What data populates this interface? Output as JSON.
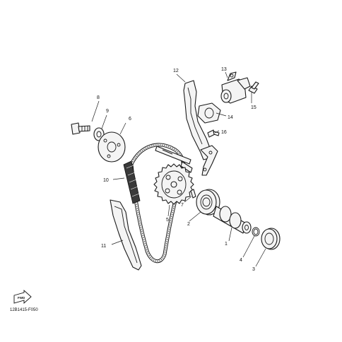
{
  "callouts": [
    {
      "id": "1",
      "label": "1"
    },
    {
      "id": "2",
      "label": "2"
    },
    {
      "id": "3",
      "label": "3"
    },
    {
      "id": "4",
      "label": "4"
    },
    {
      "id": "5",
      "label": "5"
    },
    {
      "id": "6",
      "label": "6"
    },
    {
      "id": "7",
      "label": "7"
    },
    {
      "id": "8",
      "label": "8"
    },
    {
      "id": "9",
      "label": "9"
    },
    {
      "id": "10",
      "label": "10"
    },
    {
      "id": "11",
      "label": "11"
    },
    {
      "id": "12",
      "label": "12"
    },
    {
      "id": "13",
      "label": "13"
    },
    {
      "id": "14",
      "label": "14"
    },
    {
      "id": "15",
      "label": "15"
    },
    {
      "id": "16",
      "label": "16"
    }
  ],
  "direction_badge": "FWD",
  "diagram_code": "12B1415-F050"
}
